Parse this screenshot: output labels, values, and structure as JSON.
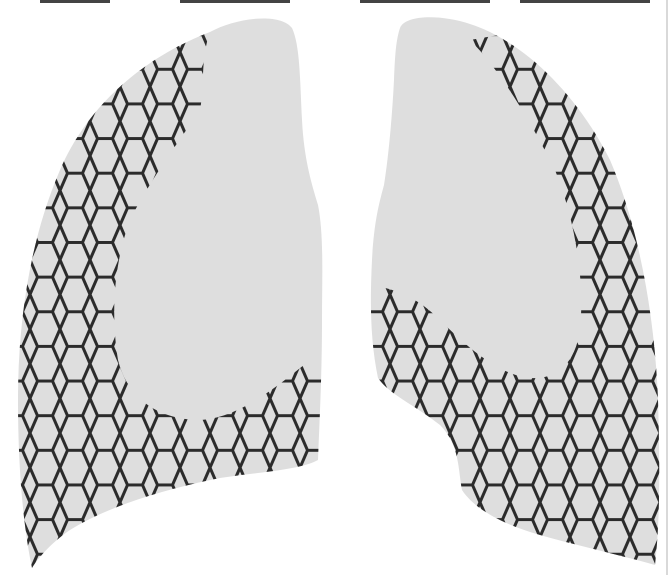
{
  "figure": {
    "subject": "lungs",
    "shape_fill": "#dedede",
    "pattern_stroke": "#2b2b2b",
    "pattern_kind": "honeycomb",
    "pattern_regions": [
      "right-lung-peripheral",
      "left-lung-peripheral"
    ],
    "background": "#ffffff"
  }
}
